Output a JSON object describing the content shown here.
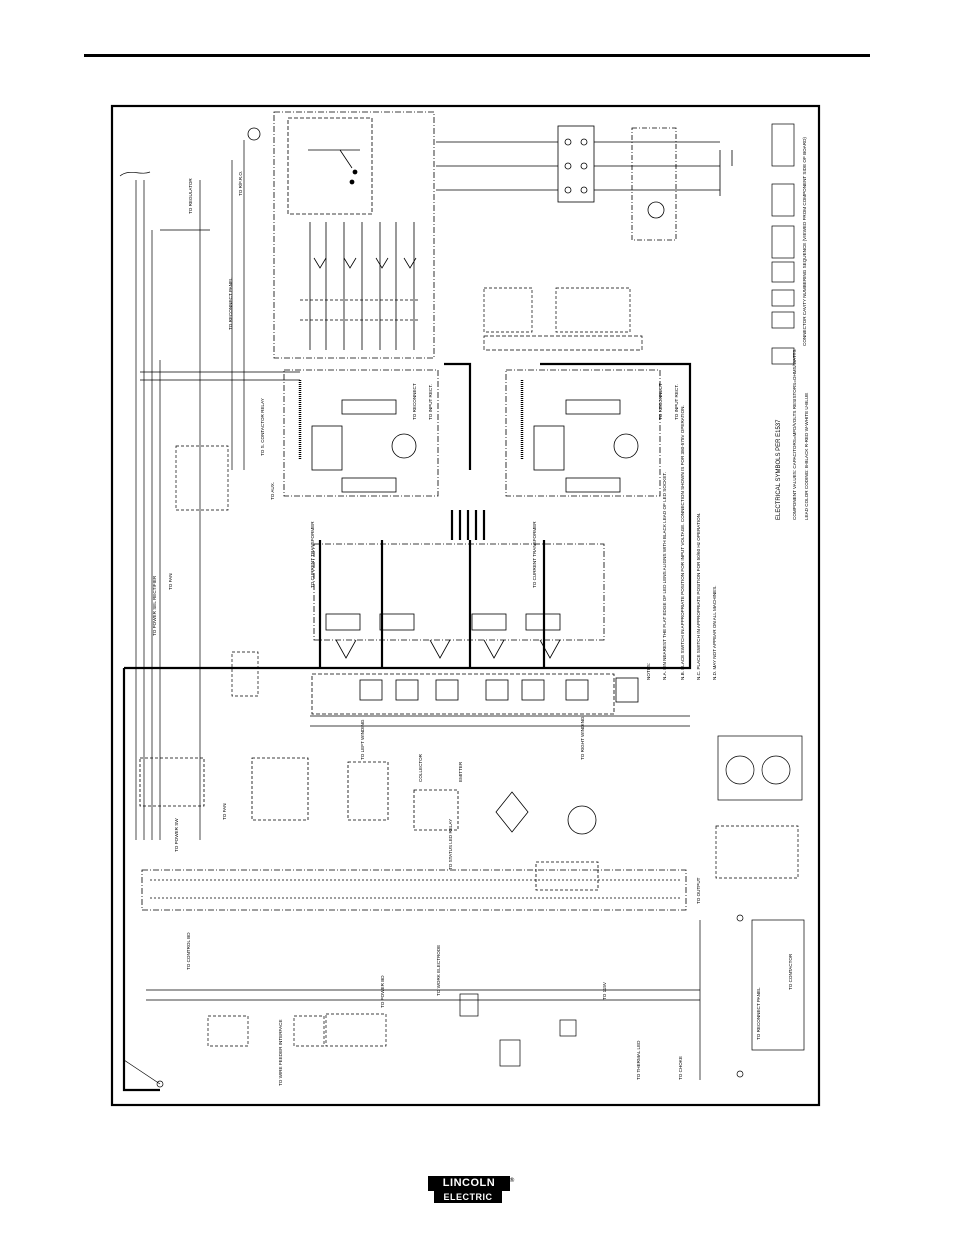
{
  "diagram": {
    "labels": {
      "l1": "TO R/F.R.O.",
      "l2": "TO REGULATOR",
      "l3": "TO FAN",
      "l4": "TO POWER SEL RECTIFIER",
      "l5": "TO RECONNECT PANEL",
      "l6": "TO S. CONTACTOR RELAY",
      "l7": "TO AUX.",
      "l8": "TO CURRENT TRANSFORMER",
      "l9": "TO RECONNECT",
      "l10": "TO INPUT RECT.",
      "l11": "TO CURRENT TRANSFORMER",
      "l12": "TO RECONNECT",
      "l13": "TO INPUT RECT.",
      "l14": "CONNECTOR CAVITY NUMBERING SEQUENCE (VIEWED FROM COMPONENT SIDE OF BOARD)",
      "l15": "ELECTRICAL SYMBOLS PER E1537",
      "l16": "COMPONENT VALUES: CAPACITORS=MFD/VOLTS RESISTORS=OHMS/WATTS",
      "l17": "LEAD COLOR CODING: B-BLACK R-RED W-WHITE U-BLUE",
      "l18": "NOTES:",
      "l19": "N.A. PIN NEAREST THE FLAT EDGE OF LED LENS ALIGNS WITH BLACK LEAD OF LED SOCKET.",
      "l20": "N.B. PLACE SWITCH IN APPROPRIATE POSITION FOR INPUT VOLTAGE. CONNECTION SHOWN IS FOR 380-575V OPERATION.",
      "l21": "N.C. PLACE SWITCH IN APPROPRIATE POSITION FOR 50/60 Hz OPERATION.",
      "l22": "N.D. MAY NOT APPEAR ON ALL MACHINES.",
      "l23": "TO CONTROL BD",
      "l24": "TO POWER BD",
      "l25": "TO WIRE FEEDER INTERFACE",
      "l26": "TO FAN",
      "l27": "TO STATUS LED RELAY",
      "l28": "TO THERMAL LED",
      "l29": "TO CONTACTOR",
      "l30": "TO RECONNECT PANEL",
      "l31": "TO WORK ELECTRODE",
      "l32": "TO 115V",
      "l33": "COLLECTOR",
      "l34": "EMITTER",
      "l35": "TO POWER SW",
      "l36": "TO LEFT WINDING",
      "l37": "TO RIGHT WINDING",
      "l38": "TO OUTPUT",
      "l39": "TO CHOKE"
    }
  },
  "logo": {
    "line1": "LINCOLN",
    "line2": "ELECTRIC",
    "mark": "®"
  }
}
